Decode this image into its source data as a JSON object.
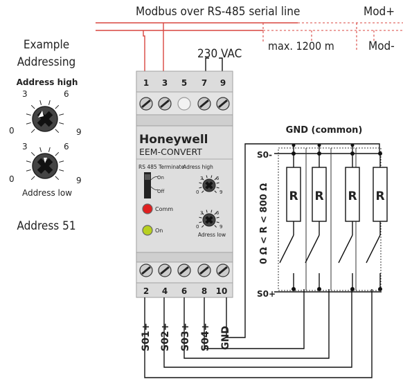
{
  "bus": {
    "title": "Modbus over RS-485 serial line",
    "mod_plus": "Mod+",
    "mod_minus": "Mod-",
    "max_length": "max. 1200 m"
  },
  "power": {
    "label": "230 VAC"
  },
  "example": {
    "title_line1": "Example",
    "title_line2": "Addressing",
    "high_label": "Address high",
    "low_label": "Address low",
    "result": "Address 51",
    "dial_labels": {
      "n0": "0",
      "n3": "3",
      "n6": "6",
      "n9": "9"
    }
  },
  "device": {
    "brand": "Honeywell",
    "model": "EEM-CONVERT",
    "top_terminals": [
      "1",
      "3",
      "5",
      "7",
      "9"
    ],
    "bottom_terminals": [
      "2",
      "4",
      "6",
      "8",
      "10"
    ],
    "rs485_label": "RS 485 Terminate",
    "switch_on": "On",
    "switch_off": "Off",
    "adress_high": "Adress high",
    "adress_low": "Adress low",
    "led_comm": "Comm",
    "led_on": "On",
    "colors": {
      "led_comm": "#e02020",
      "led_on": "#b8d020",
      "body": "#dcdcdc"
    }
  },
  "s0_circuit": {
    "gnd_common": "GND (common)",
    "s0_minus": "S0-",
    "s0_plus": "S0+",
    "resistor": "R",
    "range": "0 Ω < R < 800 Ω"
  },
  "wire_labels": [
    "S01+",
    "S02+",
    "S03+",
    "S04+",
    "GND"
  ],
  "colors": {
    "bus_red": "#d9453f",
    "wire": "#111111"
  }
}
